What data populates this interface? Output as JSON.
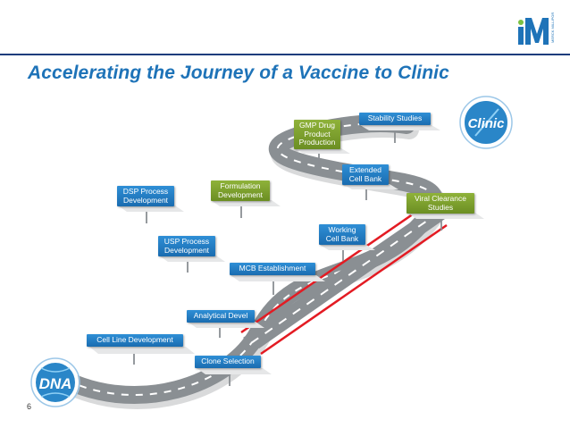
{
  "header": {
    "title": "Accelerating the Journey of a Vaccine to Clinic",
    "page_number": "6"
  },
  "colors": {
    "title": "#1e73b8",
    "header_rule": "#1a3d7c",
    "step_blue": "#1a6cb0",
    "step_green": "#6b8e23",
    "road": "#8a8f93",
    "shortcut_line": "#e31b23"
  },
  "badges": {
    "start": "DNA",
    "end": "Clinic"
  },
  "steps": [
    "Cell Line Development",
    "Analytical Devel",
    "Clone Selection",
    "USP Process Development",
    "DSP Process Development",
    "MCB Establishment",
    "Formulation Development",
    "Working Cell Bank",
    "GMP Drug Product Production",
    "Extended Cell Bank",
    "Viral Clearance Studies",
    "Stability Studies"
  ]
}
